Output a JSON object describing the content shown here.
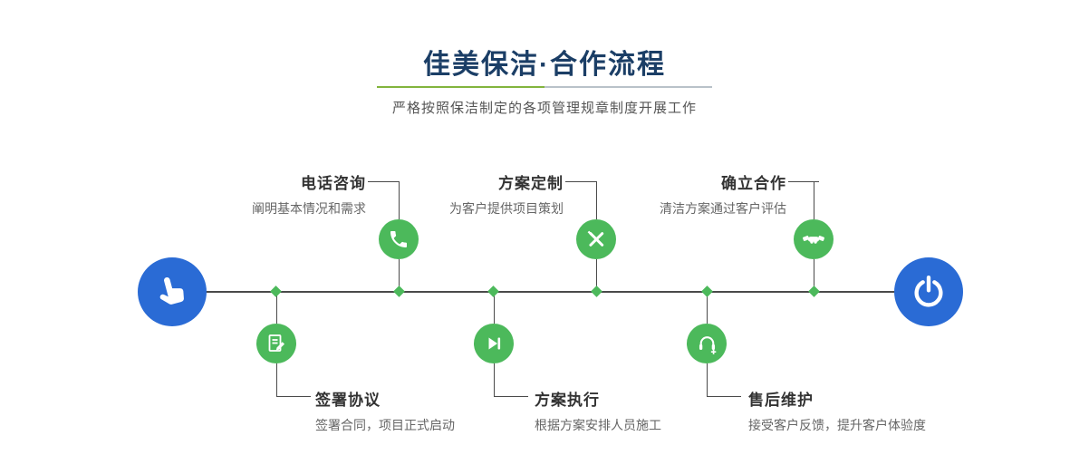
{
  "page": {
    "title": "佳美保洁·合作流程",
    "subtitle": "严格按照保洁制定的各项管理规章制度开展工作"
  },
  "steps": {
    "top": [
      {
        "title": "电话咨询",
        "desc": "阐明基本情况和需求",
        "icon": "phone-icon"
      },
      {
        "title": "方案定制",
        "desc": "为客户提供项目策划",
        "icon": "design-tools-icon"
      },
      {
        "title": "确立合作",
        "desc": "清洁方案通过客户评估",
        "icon": "handshake-icon"
      }
    ],
    "bottom": [
      {
        "title": "签署协议",
        "desc": "签署合同，项目正式启动",
        "icon": "contract-sign-icon"
      },
      {
        "title": "方案执行",
        "desc": "根据方案安排人员施工",
        "icon": "play-execute-icon"
      },
      {
        "title": "售后维护",
        "desc": "接受客户反馈，提升客户体验度",
        "icon": "headset-plus-icon"
      }
    ]
  },
  "endpoints": {
    "start_icon": "pointer-hand-icon",
    "end_icon": "power-icon"
  },
  "colors": {
    "green": "#4cb95b",
    "blue": "#2a6bd5",
    "navy": "#1b3e66",
    "line": "#4a4a4a",
    "text_dark": "#333333",
    "text_gray": "#666666",
    "divider_green": "#82b43d",
    "divider_gray": "#b9c2c9"
  }
}
